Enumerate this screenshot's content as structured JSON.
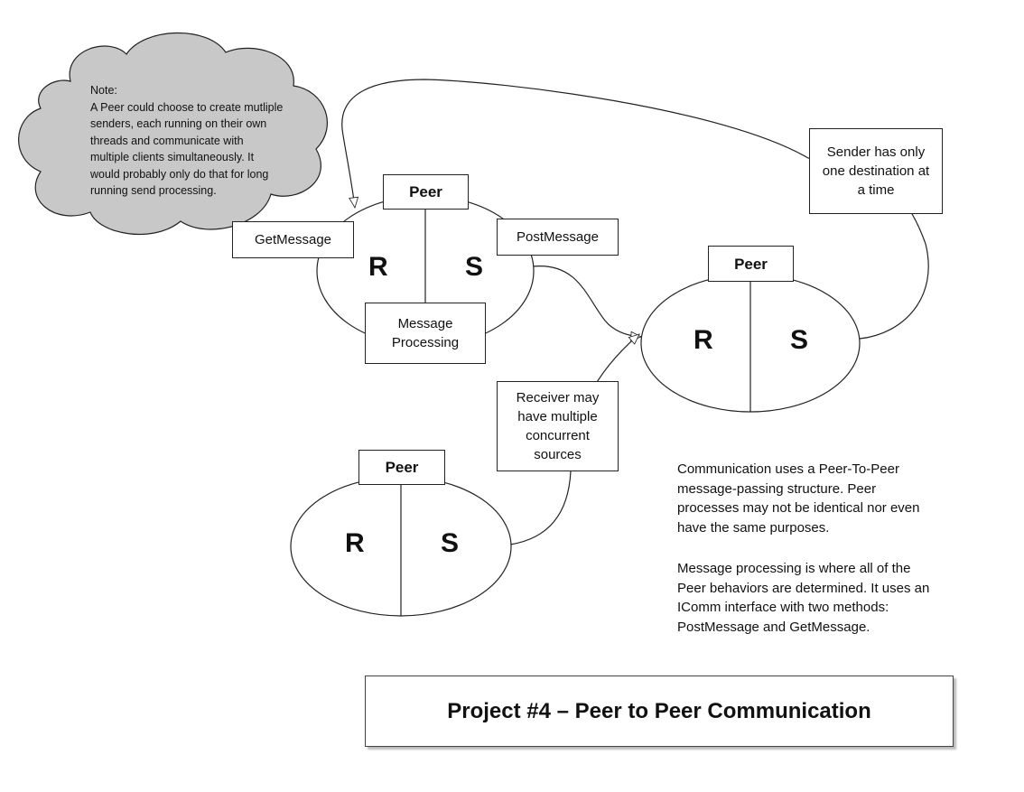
{
  "note": {
    "lines": [
      "Note:",
      "A Peer could choose to create mutliple",
      "senders, each running on their own",
      "threads and communicate with",
      "multiple clients simultaneously.  It",
      "would probably only do that for long",
      "running send processing."
    ]
  },
  "peers": [
    {
      "title": "Peer",
      "receiver": "R",
      "sender": "S"
    },
    {
      "title": "Peer",
      "receiver": "R",
      "sender": "S"
    },
    {
      "title": "Peer",
      "receiver": "R",
      "sender": "S"
    }
  ],
  "labels": {
    "get_message": "GetMessage",
    "post_message": "PostMessage",
    "message_processing_line1": "Message",
    "message_processing_line2": "Processing",
    "sender_note_line1": "Sender has only",
    "sender_note_line2": "one destination at",
    "sender_note_line3": "a time",
    "receiver_note_line1": "Receiver may",
    "receiver_note_line2": "have multiple",
    "receiver_note_line3": "concurrent",
    "receiver_note_line4": "sources"
  },
  "description": {
    "paragraph1": "Communication uses a Peer-To-Peer\nmessage-passing structure.  Peer\nprocesses may not be identical nor even\nhave the same purposes.",
    "paragraph2": "Message processing is where all of the\nPeer behaviors are determined.  It uses an\nIComm interface with two methods:\nPostMessage and GetMessage."
  },
  "title": "Project #4 – Peer to Peer Communication",
  "colors": {
    "cloud_fill": "#c8c8c8",
    "line": "#222222",
    "background": "#ffffff"
  }
}
